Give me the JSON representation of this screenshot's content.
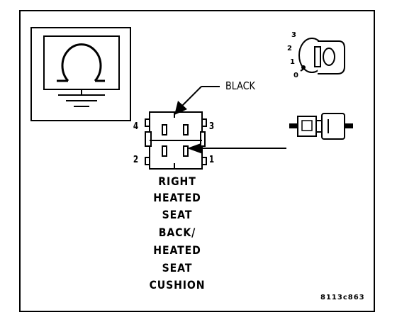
{
  "wire_color_label": "BLACK",
  "pin_labels": {
    "p1": "1",
    "p2": "2",
    "p3": "3",
    "p4": "4"
  },
  "key_positions": [
    "3",
    "2",
    "1",
    "0"
  ],
  "connector_title": [
    "RIGHT",
    "HEATED",
    "SEAT",
    "BACK/",
    "HEATED",
    "SEAT",
    "CUSHION"
  ],
  "figure_code": "8113c863",
  "icons": [
    "ground-symbol-icon",
    "ignition-key-icon",
    "connector-pair-icon"
  ]
}
